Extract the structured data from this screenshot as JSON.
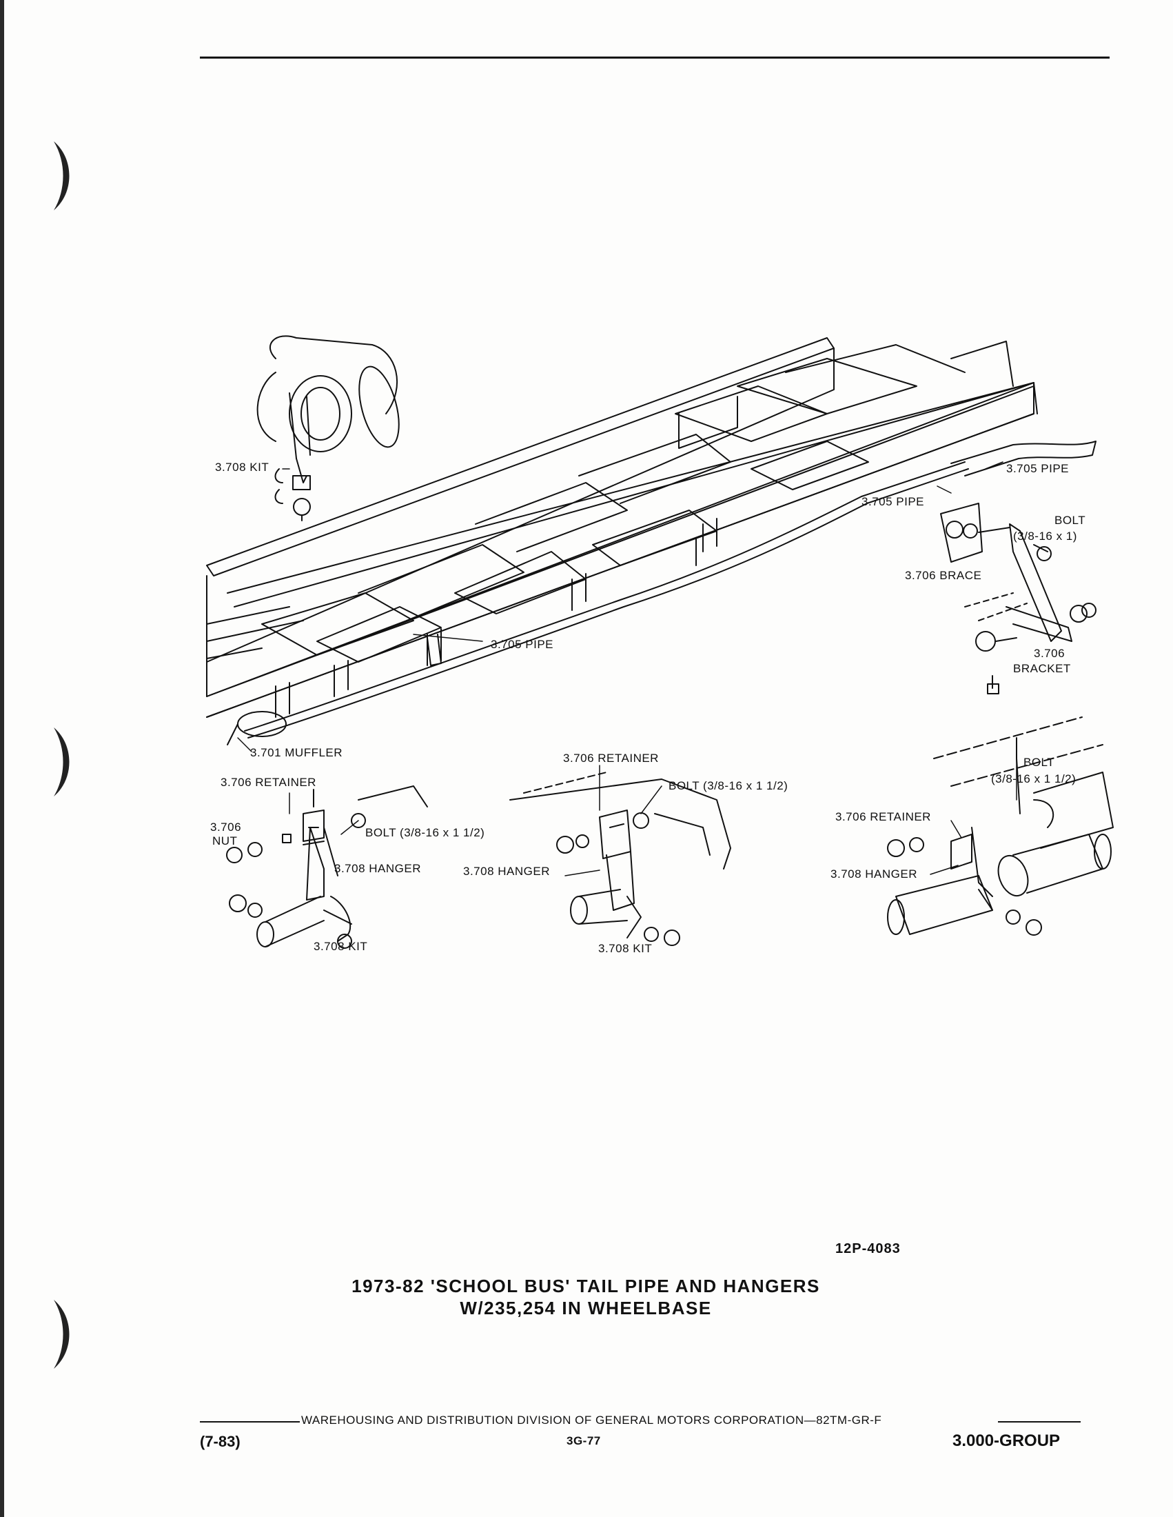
{
  "figure_number": "12P-4083",
  "title": {
    "line1": "1973-82 'SCHOOL BUS' TAIL PIPE AND HANGERS",
    "line2": "W/235,254 IN WHEELBASE"
  },
  "callouts": {
    "kit_top": "3.708 KIT",
    "pipe_right": "3.705 PIPE",
    "pipe_mid": "3.705 PIPE",
    "bolt_upper": "BOLT",
    "bolt_upper_size": "(3/8-16 x 1)",
    "brace": "3.706 BRACE",
    "bracket_num": "3.706",
    "bracket": "BRACKET",
    "pipe_frame": "3.705 PIPE",
    "muffler": "3.701 MUFFLER",
    "retainer_left": "3.706 RETAINER",
    "nut_num": "3.706",
    "nut": "NUT",
    "bolt_left": "BOLT (3/8-16 x 1 1/2)",
    "hanger_left": "3.708 HANGER",
    "kit_left": "3.708 KIT",
    "retainer_center": "3.706 RETAINER",
    "bolt_center": "BOLT (3/8-16 x 1 1/2)",
    "hanger_center": "3.708 HANGER",
    "kit_center": "3.708 KIT",
    "bolt_right": "BOLT",
    "bolt_right_size": "(3/8-16 x 1 1/2)",
    "retainer_right": "3.706 RETAINER",
    "hanger_right": "3.708 HANGER"
  },
  "footer": {
    "division": "WAREHOUSING AND DISTRIBUTION  DIVISION OF GENERAL MOTORS CORPORATION—82TM-GR-F",
    "date": "(7-83)",
    "page": "3G-77",
    "group": "3.000-GROUP"
  }
}
